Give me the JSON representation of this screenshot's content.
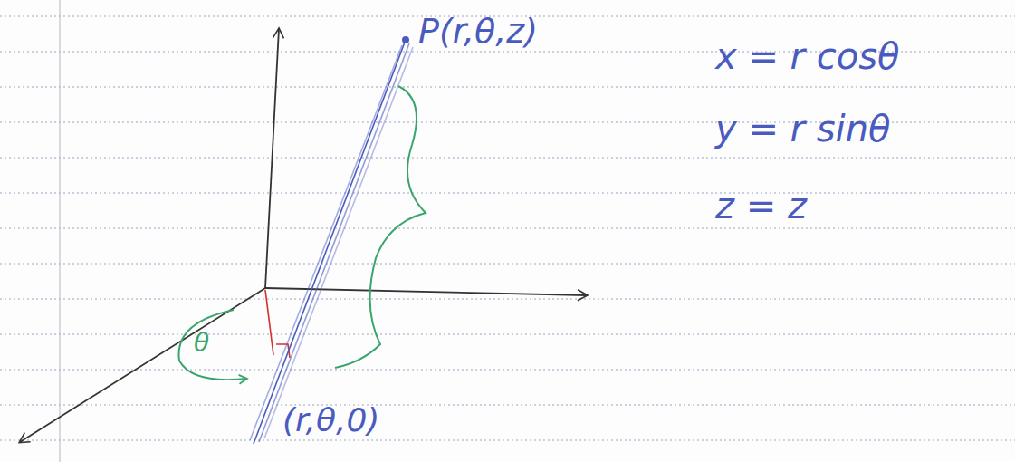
{
  "diagram": {
    "labels": [
      "P(r,θ,z)",
      "x = r cosθ",
      "y = r sinθ",
      "z = z",
      "θ",
      "(r,θ,0)"
    ]
  }
}
